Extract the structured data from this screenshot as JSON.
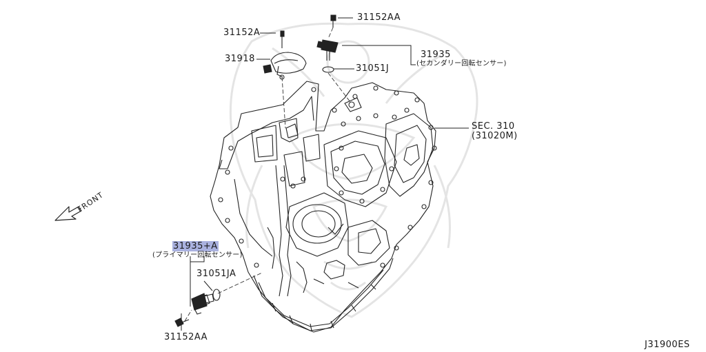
{
  "labels": {
    "bolt_top_right": "31152AA",
    "bolt_top_left": "31152A",
    "cover_part": "31918",
    "sensor_secondary_no": "31935",
    "sensor_secondary_desc": "(セカンダリー回転センサー)",
    "oring_top": "31051J",
    "section_ref": "SEC. 310",
    "section_sub": "(31020M)",
    "sensor_primary_no": "31935+A",
    "sensor_primary_desc": "(プライマリー回転センサー)",
    "oring_bottom": "31051JA",
    "bolt_bottom": "31152AA"
  },
  "front_arrow": {
    "label": "FRONT"
  },
  "diagram_code": "J31900ES",
  "colors": {
    "line": "#222222",
    "highlight": "#aab2e0",
    "watermark": "#e6e6e6"
  },
  "icons": {
    "front_arrow": "arrow-front-icon",
    "watermark": "samurai-helmet-watermark"
  }
}
